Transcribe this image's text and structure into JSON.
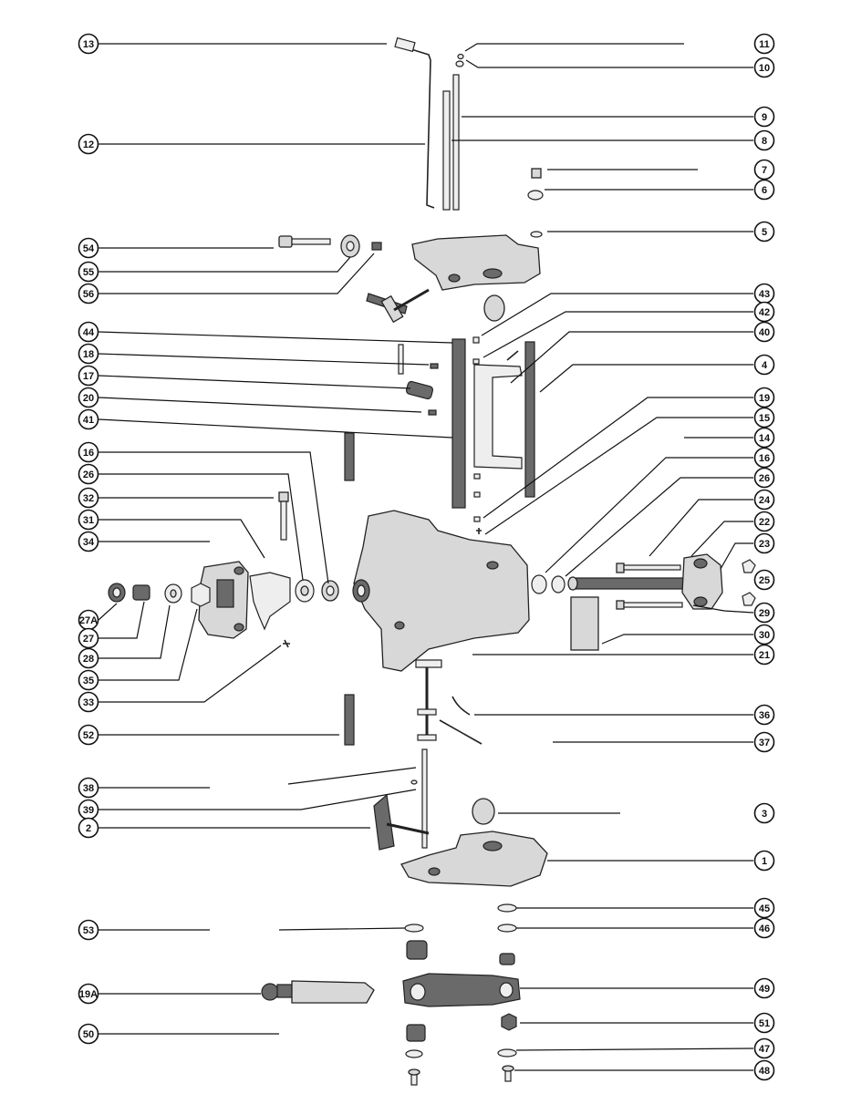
{
  "diagram": {
    "labels_left": [
      "13",
      "12",
      "54",
      "55",
      "56",
      "44",
      "18",
      "17",
      "20",
      "41",
      "16",
      "26",
      "32",
      "31",
      "34",
      "27A",
      "27",
      "28",
      "35",
      "33",
      "52",
      "38",
      "39",
      "2",
      "53",
      "19A",
      "50"
    ],
    "labels_right": [
      "11",
      "10",
      "9",
      "8",
      "7",
      "6",
      "5",
      "43",
      "42",
      "40",
      "4",
      "19",
      "15",
      "14",
      "16",
      "26",
      "24",
      "22",
      "23",
      "25",
      "29",
      "30",
      "21",
      "36",
      "37",
      "3",
      "1",
      "45",
      "46",
      "49",
      "51",
      "47",
      "48"
    ]
  }
}
